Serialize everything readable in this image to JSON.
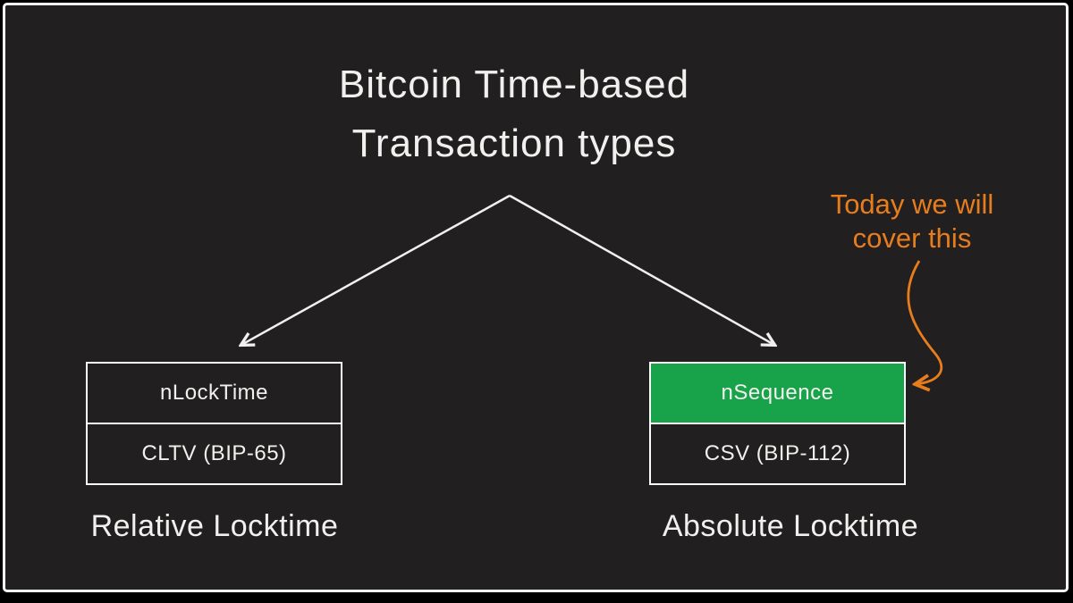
{
  "slide": {
    "title": {
      "line1": "Bitcoin Time-based",
      "line2": "Transaction types"
    },
    "annotation": {
      "line1": "Today we will",
      "line2": "cover this"
    },
    "left_branch": {
      "box_top": "nLockTime",
      "box_bottom": "CLTV (BIP-65)",
      "label": "Relative Locktime"
    },
    "right_branch": {
      "box_top": "nSequence",
      "box_bottom": "CSV (BIP-112)",
      "label": "Absolute Locktime"
    },
    "colors": {
      "background": "#211f1f",
      "frame": "#fafafa",
      "text": "#f2f0ee",
      "orange": "#e87d1e",
      "green": "#18a34a"
    }
  }
}
